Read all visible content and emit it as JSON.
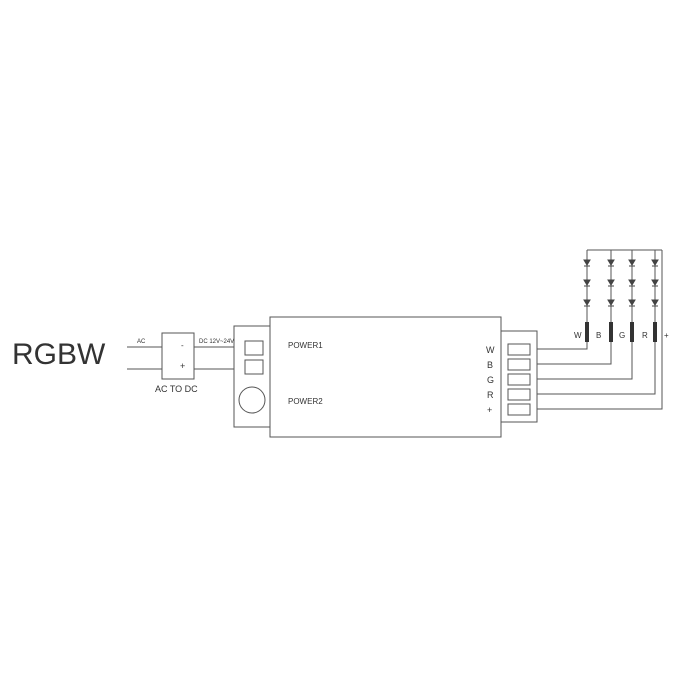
{
  "title": "RGBW",
  "wire_label_ac": "AC",
  "wire_label_dc": "DC 12V~24V",
  "converter": {
    "minus": "-",
    "plus": "+",
    "caption": "AC TO DC"
  },
  "controller": {
    "power1": "POWER1",
    "power2": "POWER2",
    "terminals": [
      "W",
      "B",
      "G",
      "R",
      "+"
    ]
  },
  "strip_channels": [
    "W",
    "B",
    "G",
    "R",
    "+"
  ],
  "colors": {
    "line": "#555555",
    "text": "#333333",
    "fill": "#ffffff"
  }
}
